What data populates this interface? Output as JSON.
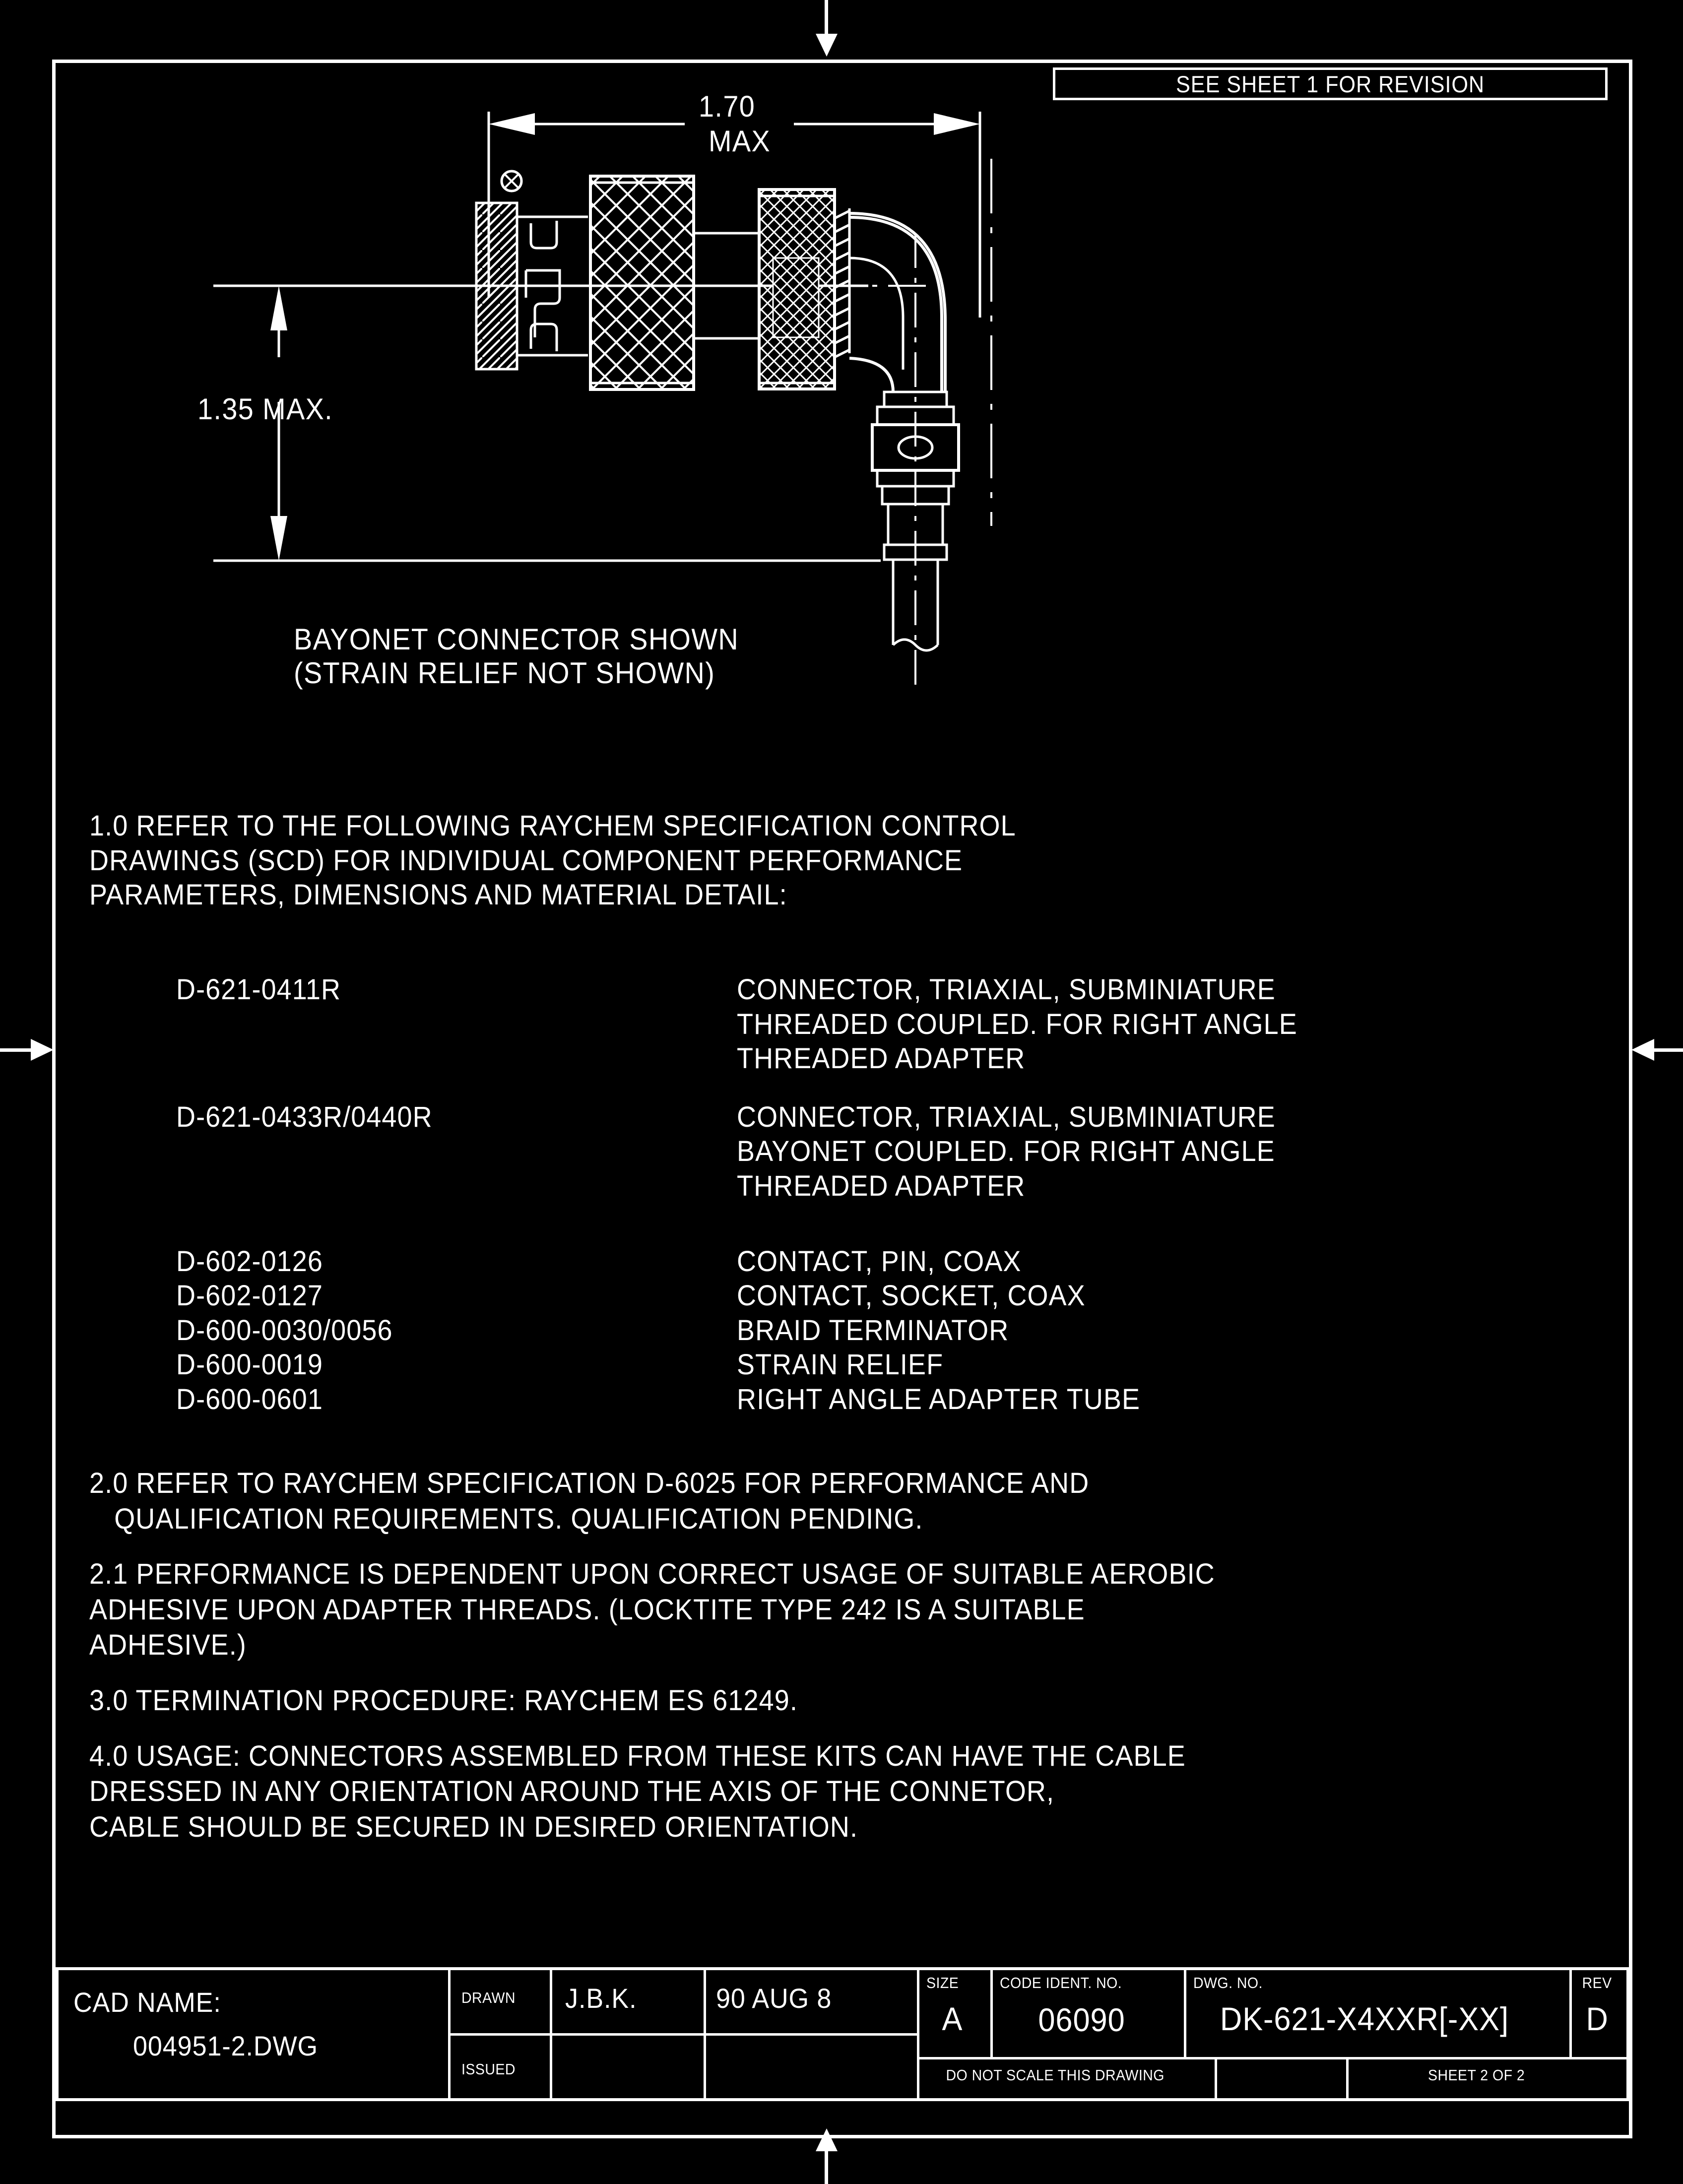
{
  "revision_note": "SEE SHEET 1 FOR REVISION",
  "drawing": {
    "dim_width_value": "1.70",
    "dim_width_qualifier": "MAX",
    "dim_height": "1.35  MAX.",
    "caption_line1": "BAYONET CONNECTOR SHOWN",
    "caption_line2": "(STRAIN RELIEF NOT SHOWN)"
  },
  "notes": {
    "note1": {
      "line1": "1.0 REFER TO THE FOLLOWING RAYCHEM SPECIFICATION CONTROL",
      "line2": "DRAWINGS (SCD) FOR INDIVIDUAL COMPONENT PERFORMANCE",
      "line3": "PARAMETERS, DIMENSIONS AND MATERIAL DETAIL:"
    },
    "scd_groups": [
      {
        "part_number": "D-621-0411R",
        "description_lines": [
          "CONNECTOR, TRIAXIAL, SUBMINIATURE",
          "THREADED COUPLED. FOR RIGHT ANGLE",
          "THREADED ADAPTER"
        ]
      },
      {
        "part_number": "D-621-0433R/0440R",
        "description_lines": [
          "CONNECTOR, TRIAXIAL, SUBMINIATURE",
          "BAYONET COUPLED. FOR RIGHT ANGLE",
          "THREADED ADAPTER"
        ]
      }
    ],
    "scd_items": [
      {
        "part_number": "D-602-0126",
        "description": "CONTACT, PIN, COAX"
      },
      {
        "part_number": "D-602-0127",
        "description": "CONTACT, SOCKET, COAX"
      },
      {
        "part_number": "D-600-0030/0056",
        "description": "BRAID TERMINATOR"
      },
      {
        "part_number": "D-600-0019",
        "description": "STRAIN RELIEF"
      },
      {
        "part_number": "D-600-0601",
        "description": "RIGHT ANGLE ADAPTER TUBE"
      }
    ],
    "note2": {
      "line1": "2.0 REFER TO RAYCHEM SPECIFICATION D-6025 FOR PERFORMANCE AND",
      "line2": "QUALIFICATION REQUIREMENTS. QUALIFICATION PENDING."
    },
    "note2_1": {
      "line1": "2.1 PERFORMANCE IS DEPENDENT UPON CORRECT USAGE OF SUITABLE AEROBIC",
      "line2": "ADHESIVE UPON ADAPTER THREADS. (LOCKTITE TYPE 242 IS A SUITABLE",
      "line3": "ADHESIVE.)"
    },
    "note3": {
      "line1": "3.0 TERMINATION PROCEDURE: RAYCHEM ES 61249."
    },
    "note4": {
      "line1": "4.0 USAGE: CONNECTORS ASSEMBLED FROM THESE KITS CAN HAVE THE CABLE",
      "line2": "DRESSED IN ANY ORIENTATION AROUND THE AXIS OF THE CONNETOR,",
      "line3": "CABLE SHOULD BE SECURED IN DESIRED ORIENTATION."
    }
  },
  "title_block": {
    "cad_name_label": "CAD NAME:",
    "cad_name_value": "004951-2.DWG",
    "drawn_label": "DRAWN",
    "drawn_by": "J.B.K.",
    "drawn_date": "90 AUG 8",
    "issued_label": "ISSUED",
    "issued_by": "",
    "issued_date": "",
    "size_label": "SIZE",
    "size_value": "A",
    "code_ident_label": "CODE IDENT. NO.",
    "code_ident_value": "06090",
    "dwg_no_label": "DWG. NO.",
    "dwg_no_value": "DK-621-X4XXR[-XX]",
    "rev_label": "REV",
    "rev_value": "D",
    "do_not_scale": "DO NOT SCALE THIS DRAWING",
    "sheet_info": "SHEET  2  OF  2"
  }
}
